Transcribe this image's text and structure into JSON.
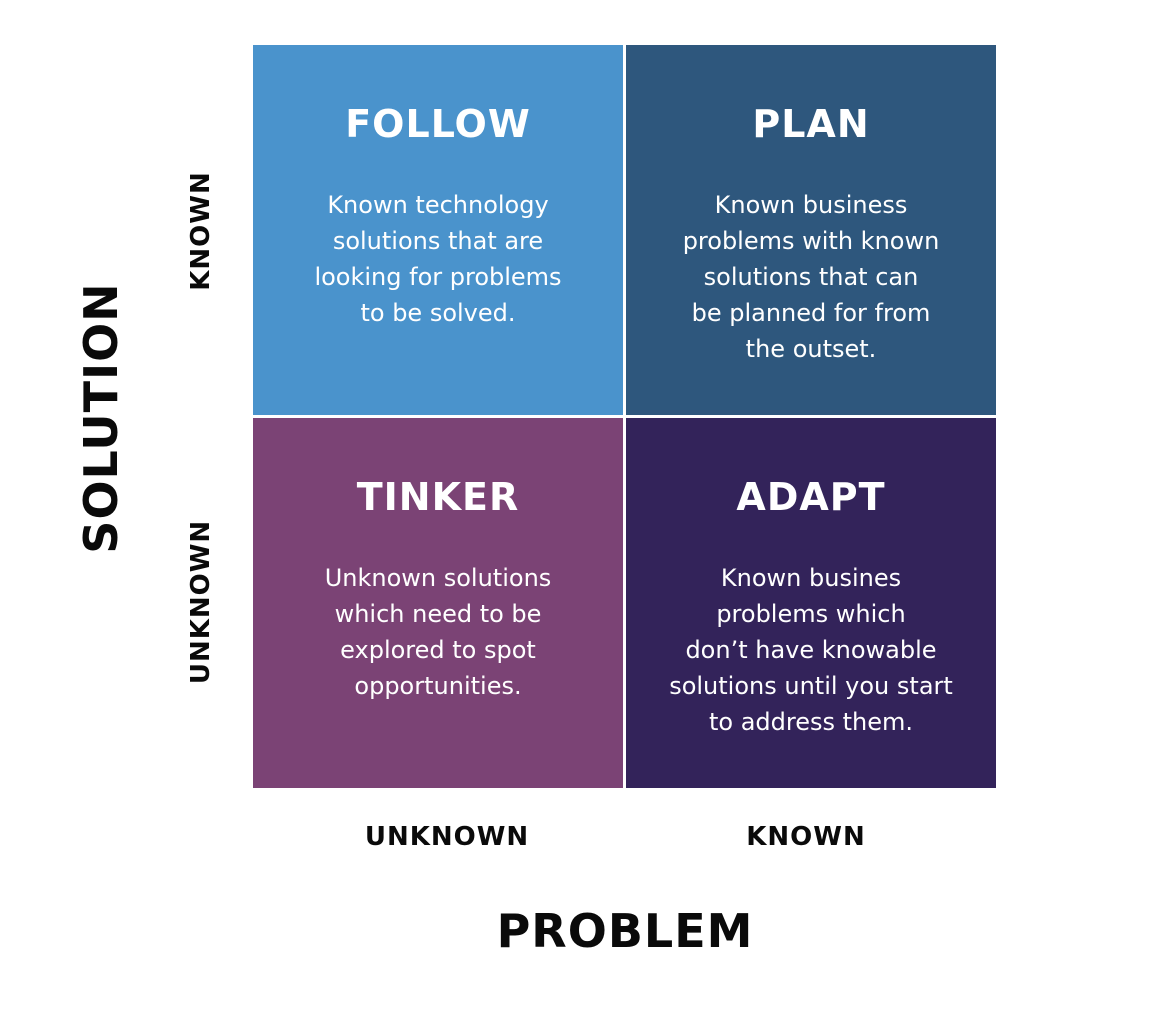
{
  "quadrants": {
    "top_left": {
      "title": "FOLLOW",
      "text": "Known technology\nsolutions that are\nlooking for problems\nto be solved.",
      "color": "#4a93cc"
    },
    "top_right": {
      "title": "PLAN",
      "text": "Known business\nproblems with known\nsolutions that can\nbe planned for from\nthe outset.",
      "color": "#2e577d"
    },
    "bottom_left": {
      "title": "TINKER",
      "text": "Unknown solutions\nwhich need to be\nexplored to spot\nopportunities.",
      "color": "#7b4375"
    },
    "bottom_right": {
      "title": "ADAPT",
      "text": "Known busines\nproblems which\ndon’t have knowable\nsolutions until you start\nto address them.",
      "color": "#33235a"
    }
  },
  "x_axis": {
    "title": "PROBLEM",
    "ticks": [
      "UNKNOWN",
      "KNOWN"
    ]
  },
  "y_axis": {
    "title": "SOLUTION",
    "ticks": [
      "KNOWN",
      "UNKNOWN"
    ]
  }
}
